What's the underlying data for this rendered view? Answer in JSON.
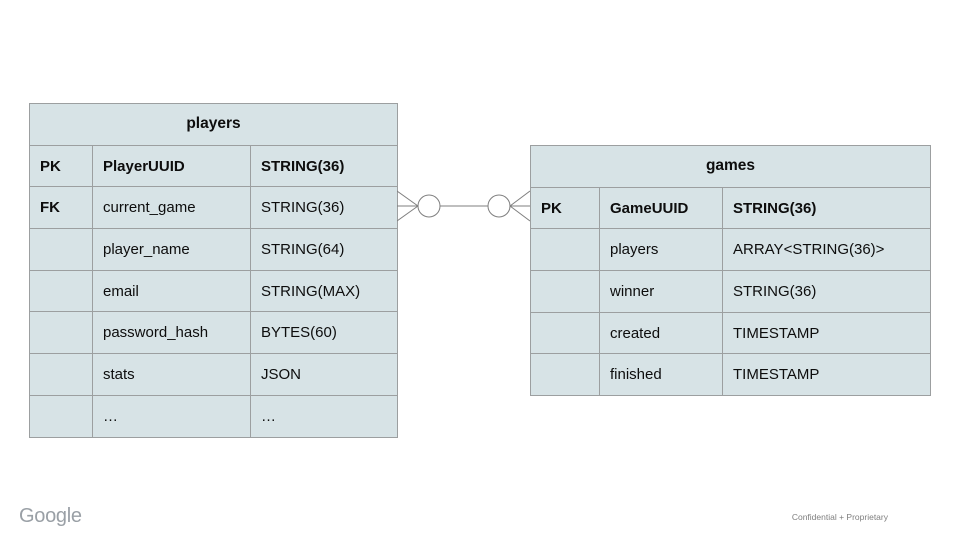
{
  "branding": {
    "logo_text": "Google",
    "footer_note": "Confidential + Proprietary"
  },
  "diagram": {
    "tables": [
      {
        "name": "players",
        "rows": [
          {
            "key": "PK",
            "field": "PlayerUUID",
            "type": "STRING(36)",
            "bold": true
          },
          {
            "key": "FK",
            "field": "current_game",
            "type": "STRING(36)",
            "bold": false
          },
          {
            "key": "",
            "field": "player_name",
            "type": "STRING(64)",
            "bold": false
          },
          {
            "key": "",
            "field": "email",
            "type": "STRING(MAX)",
            "bold": false
          },
          {
            "key": "",
            "field": "password_hash",
            "type": "BYTES(60)",
            "bold": false
          },
          {
            "key": "",
            "field": "stats",
            "type": "JSON",
            "bold": false
          },
          {
            "key": "",
            "field": "…",
            "type": "…",
            "bold": false
          }
        ]
      },
      {
        "name": "games",
        "rows": [
          {
            "key": "PK",
            "field": "GameUUID",
            "type": "STRING(36)",
            "bold": true
          },
          {
            "key": "",
            "field": "players",
            "type": "ARRAY<STRING(36)>",
            "bold": false
          },
          {
            "key": "",
            "field": "winner",
            "type": "STRING(36)",
            "bold": false
          },
          {
            "key": "",
            "field": "created",
            "type": "TIMESTAMP",
            "bold": false
          },
          {
            "key": "",
            "field": "finished",
            "type": "TIMESTAMP",
            "bold": false
          }
        ]
      }
    ],
    "relationship": {
      "from_table": "players",
      "from_field": "current_game",
      "to_table": "games",
      "to_field": "GameUUID",
      "left_cardinality": "zero-or-many",
      "right_cardinality": "zero-or-many"
    }
  },
  "colors": {
    "cell_fill": "#d7e3e6",
    "cell_border": "#9c9fa0",
    "text": "#0d0d0d",
    "connector_stroke": "#7f7f7f",
    "logo_gray": "#9aa0a6",
    "footer_gray": "#7f7f7f"
  }
}
